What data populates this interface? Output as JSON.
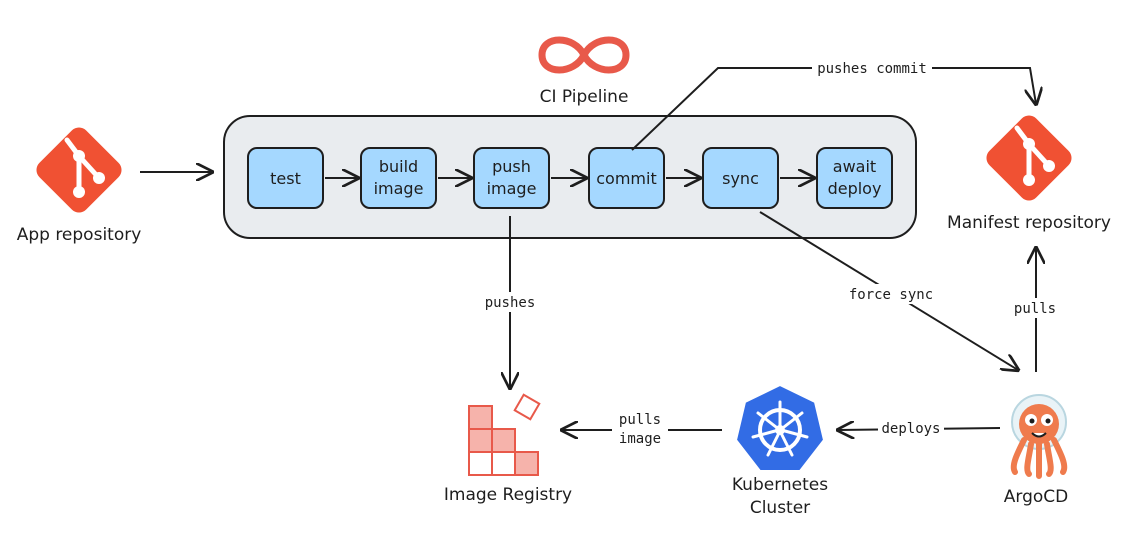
{
  "pipeline": {
    "title": "CI Pipeline",
    "steps": [
      {
        "lines": [
          "test"
        ]
      },
      {
        "lines": [
          "build",
          "image"
        ]
      },
      {
        "lines": [
          "push",
          "image"
        ]
      },
      {
        "lines": [
          "commit"
        ]
      },
      {
        "lines": [
          "sync"
        ]
      },
      {
        "lines": [
          "await",
          "deploy"
        ]
      }
    ]
  },
  "nodes": {
    "app_repository": "App repository",
    "manifest_repository": "Manifest repository",
    "image_registry": "Image Registry",
    "kubernetes_cluster": [
      "Kubernetes",
      "Cluster"
    ],
    "argocd": "ArgoCD"
  },
  "edges": {
    "pushes_commit": "pushes commit",
    "pushes": "pushes",
    "force_sync": "force sync",
    "pulls": "pulls",
    "pulls_image": [
      "pulls",
      "image"
    ],
    "deploys": "deploys"
  },
  "colors": {
    "git": "#f05133",
    "step_fill": "#a5d8ff",
    "pipeline_fill": "#e9ecef",
    "stroke": "#1e1e1e",
    "kubernetes": "#326ce5",
    "registry": "#e8594a",
    "argocd": "#ef7b4d"
  },
  "icons": [
    "git-logo-icon",
    "infinity-icon",
    "kubernetes-icon",
    "registry-icon",
    "argocd-icon"
  ]
}
